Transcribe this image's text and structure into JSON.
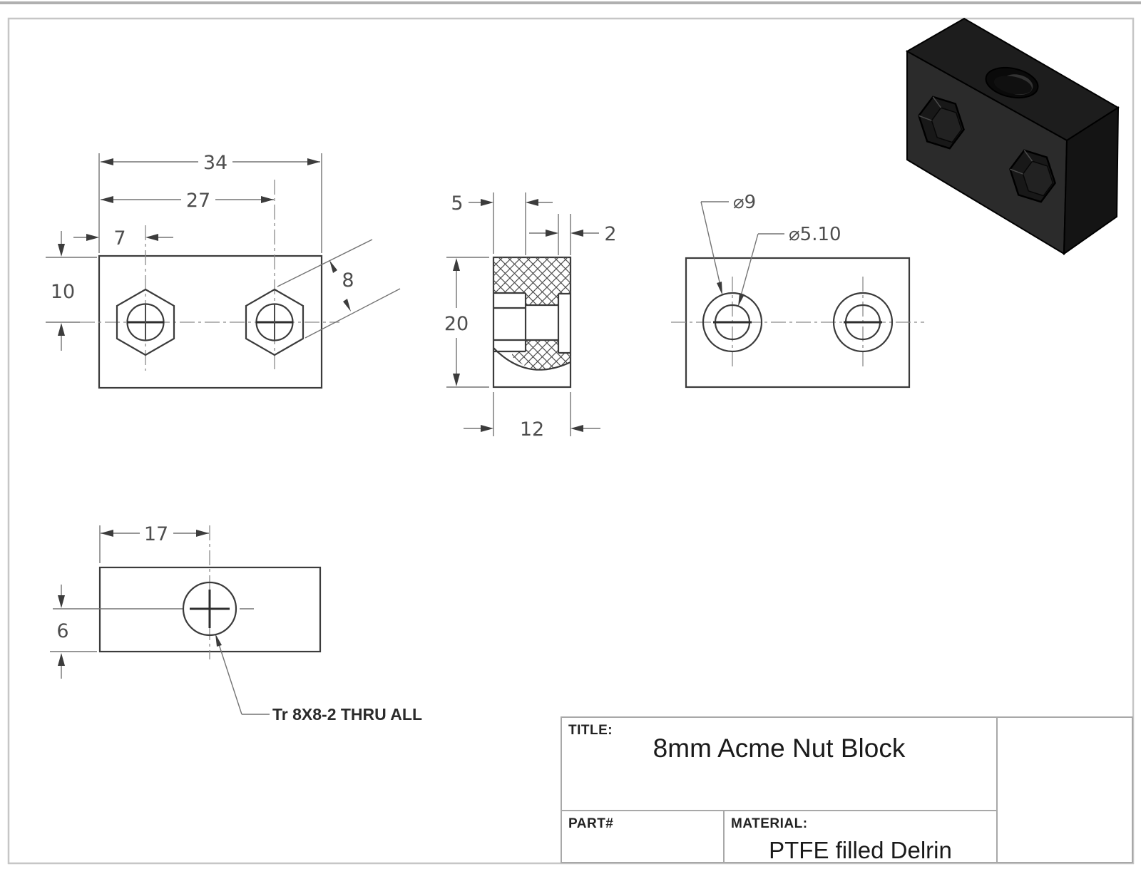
{
  "drawing": {
    "front_view": {
      "dim_overall_width": "34",
      "dim_hole_spacing": "27",
      "dim_first_hole": "7",
      "dim_center_height": "10",
      "dim_hex_flats": "8"
    },
    "section_view": {
      "dim_nut_pocket_depth": "5",
      "dim_slot": "2",
      "dim_height": "20",
      "dim_depth": "12"
    },
    "back_view": {
      "label_counterbore": "⌀9",
      "label_thru_hole": "⌀5.10"
    },
    "bottom_view": {
      "dim_hole_from_edge": "17",
      "dim_hole_from_bottom": "6",
      "thread_note": "Tr 8X8-2 THRU ALL"
    }
  },
  "title_block": {
    "title_label": "TITLE:",
    "title": "8mm Acme Nut Block",
    "part_label": "PART#",
    "material_label": "MATERIAL:",
    "material": "PTFE filled Delrin"
  }
}
